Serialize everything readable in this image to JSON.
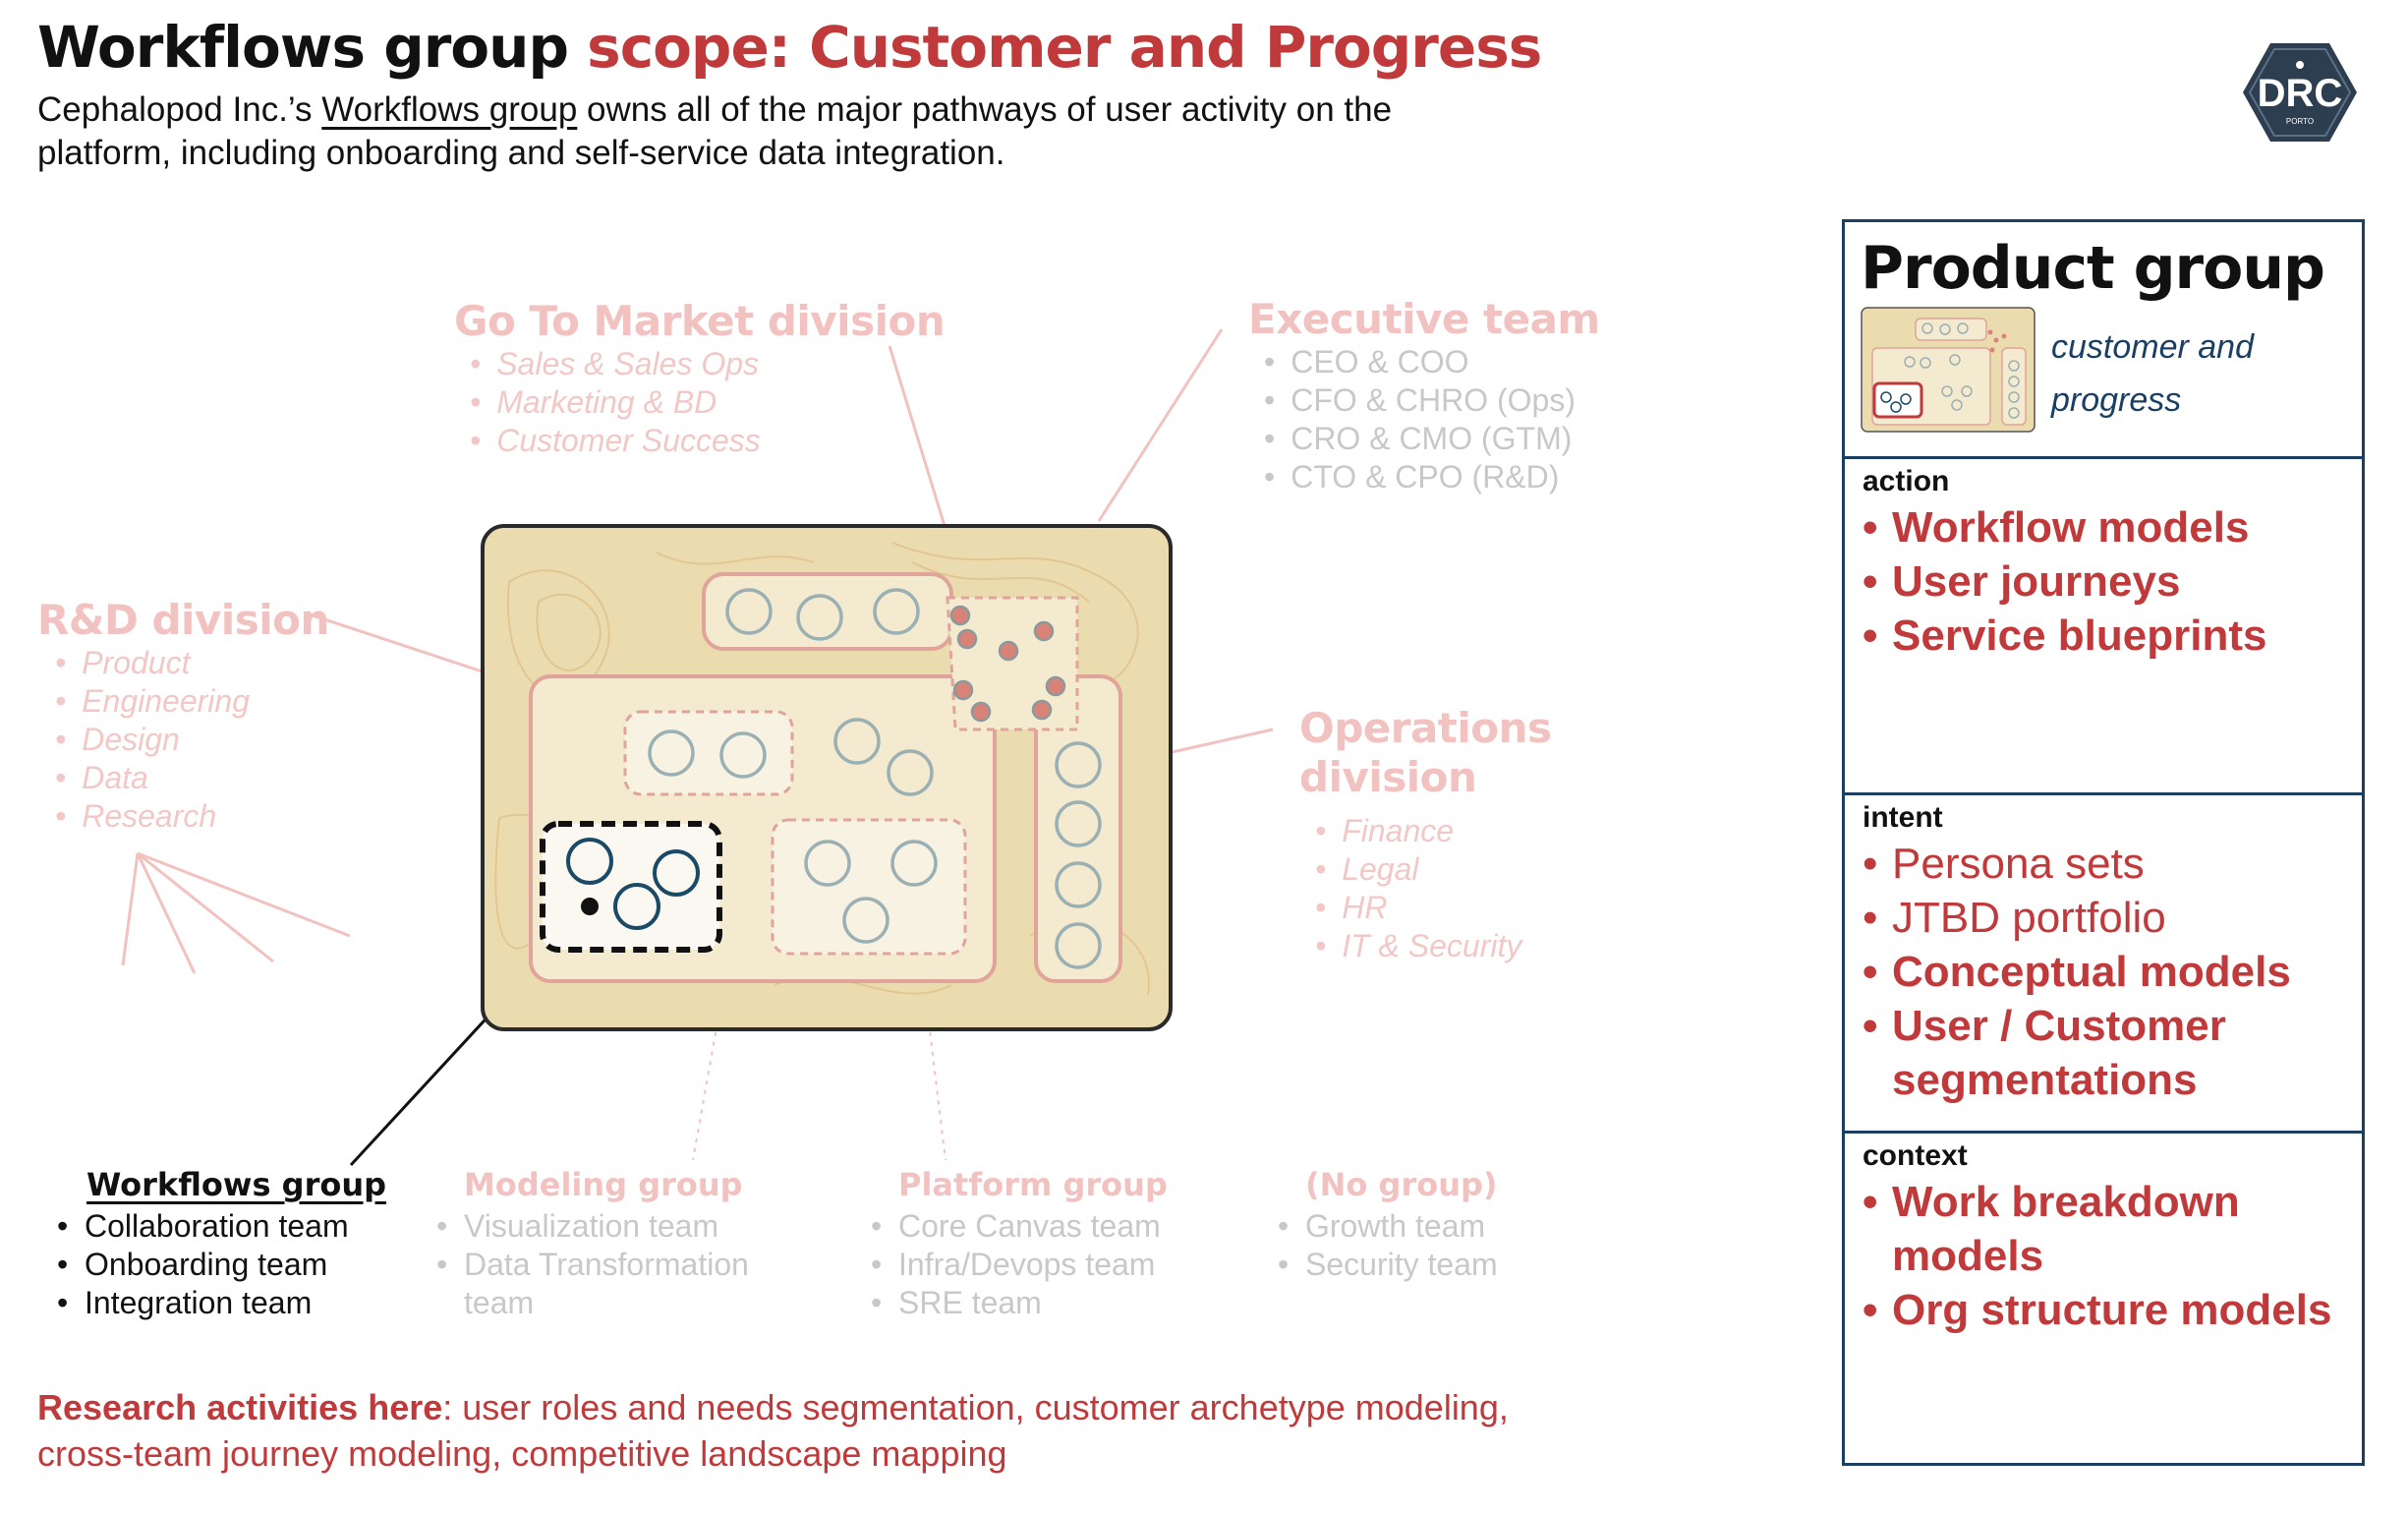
{
  "title": {
    "main": "Workflows group",
    "scope": "scope: Customer and Progress"
  },
  "subtitle": {
    "prefix": "Cephalopod Inc.’s ",
    "link": "Workflows group",
    "rest": " owns all of the major pathways of user activity on the platform, including onboarding and self-service data integration."
  },
  "logo": {
    "text": "DRC",
    "subtext": "PORTO"
  },
  "divisions": {
    "gtm": {
      "title": "Go To Market division",
      "items": [
        "Sales & Sales Ops",
        "Marketing & BD",
        "Customer Success"
      ]
    },
    "exec": {
      "title": "Executive team",
      "items": [
        "CEO & COO",
        "CFO & CHRO (Ops)",
        "CRO & CMO (GTM)",
        "CTO & CPO (R&D)"
      ]
    },
    "rd": {
      "title": "R&D division",
      "items": [
        "Product",
        "Engineering",
        "Design",
        "Data",
        "Research"
      ]
    },
    "ops": {
      "title": "Operations division",
      "title_line1": "Operations",
      "title_line2": "division",
      "items": [
        "Finance",
        "Legal",
        "HR",
        "IT & Security"
      ]
    }
  },
  "groups": {
    "workflows": {
      "title": "Workflows group",
      "items": [
        "Collaboration team",
        "Onboarding team",
        "Integration team"
      ]
    },
    "modeling": {
      "title": "Modeling group",
      "items": [
        "Visualization team",
        "Data Transformation team"
      ]
    },
    "platform": {
      "title": "Platform group",
      "items": [
        "Core Canvas team",
        "Infra/Devops team",
        "SRE team"
      ]
    },
    "nogroup": {
      "title": "(No group)",
      "items": [
        "Growth team",
        "Security team"
      ]
    }
  },
  "research": {
    "label": "Research activities here",
    "text": ": user roles and needs segmentation, customer archetype modeling, cross-team journey modeling, competitive landscape mapping"
  },
  "panel": {
    "title": "Product group",
    "caption_line1": "customer and",
    "caption_line2": "progress",
    "action": {
      "label": "action",
      "items": [
        "Workflow models",
        "User journeys",
        "Service blueprints"
      ]
    },
    "intent": {
      "label": "intent",
      "items": [
        "Persona sets",
        "JTBD portfolio",
        "Conceptual models",
        "User / Customer segmentations"
      ],
      "item4_line1": "User / Customer",
      "item4_line2": "segmentations"
    },
    "context": {
      "label": "context",
      "items": [
        "Work breakdown models",
        "Org structure models"
      ],
      "item1_line1": "Work breakdown",
      "item1_line2": "models"
    }
  },
  "colors": {
    "accent_red": "#c0393b",
    "navy": "#1b3f63",
    "map_tan": "#ebdcaf",
    "faded_pink": "#f1c2c0"
  }
}
